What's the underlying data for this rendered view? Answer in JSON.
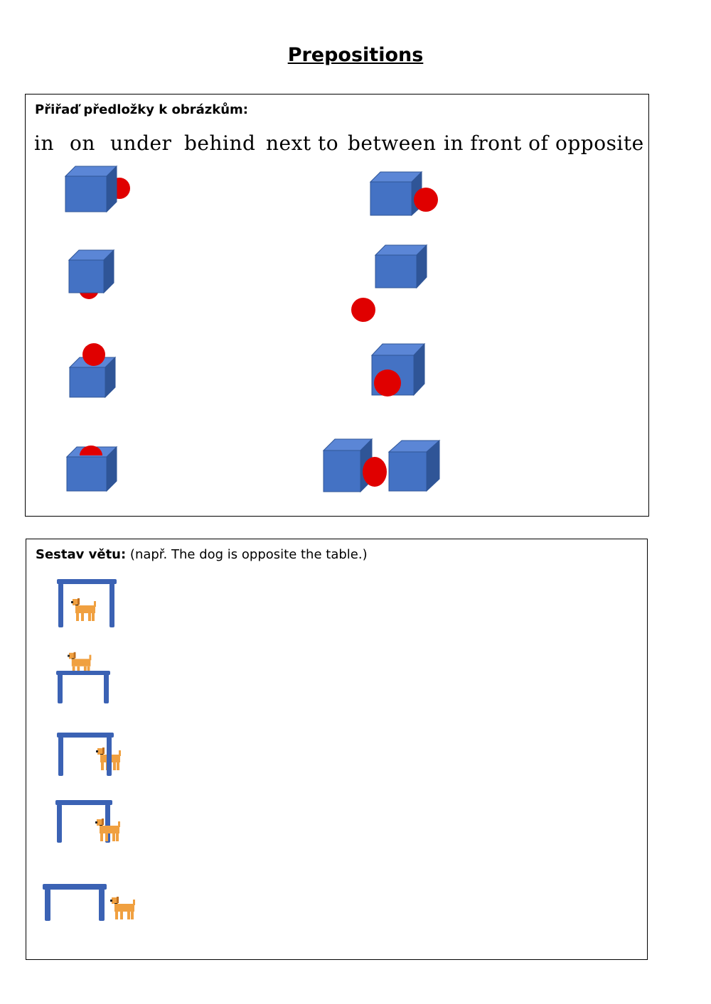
{
  "title": "Prepositions",
  "section1": {
    "instruction": "Přiřaď předložky k obrázkům:",
    "word_bank": [
      "in",
      "on",
      "under",
      "behind",
      "next to",
      "between",
      "in front of",
      "opposite"
    ],
    "pictures": [
      "box-ball-behind",
      "box-ball-next-to",
      "box-ball-under",
      "box-ball-opposite",
      "box-ball-on",
      "box-ball-in-front-of",
      "box-ball-in",
      "boxes-ball-between"
    ]
  },
  "section2": {
    "instruction_bold": "Sestav větu:",
    "instruction_rest": " (např. The dog is opposite the table.)",
    "pictures": [
      "table-dog-under",
      "table-dog-on",
      "table-dog-behind",
      "table-dog-in-front-of",
      "table-dog-next-to"
    ]
  },
  "colors": {
    "cube_front": "#4472c4",
    "cube_top": "#5b86d6",
    "cube_side": "#2f5597",
    "ball": "#e00000",
    "table": "#3b62b4",
    "dog": "#f0a040"
  }
}
